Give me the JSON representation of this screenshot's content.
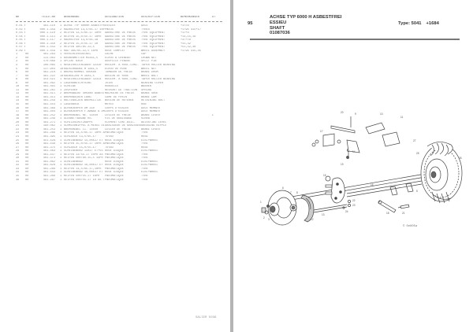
{
  "left_page": {
    "columns": [
      "NR",
      "TEILE-NR",
      "MENGE",
      "BENENNUNG",
      "DESIGNATION",
      "DESCRIPTION",
      "BEMERKUNGEN",
      "GT"
    ],
    "rows": [
      {
        "pos": "0.01 00",
        "lev": "",
        "part": "461.110",
        "qty": "1",
        "de": "ACHSE TYP 6000H ASBESTFREI",
        "fr": "ESSIEU",
        "en": "AXLE",
        "rem": "+1<>D",
        "gb": ""
      },
      {
        "pos": "0.02 00",
        "lev": "",
        "part": "000.1.359",
        "qty": "2",
        "de": "RADREIFEN 13,5/65-17 10PR",
        "fr": "PNEUS",
        "en": "TYRES",
        "rem": "+1795 415+17",
        "gb": ""
      },
      {
        "pos": "0.03 00",
        "lev": "",
        "part": "000.1.110",
        "qty": "2",
        "de": "REIFEN 13,5/65-17 10PR",
        "fr": "GARNITURE DE PNEUS",
        "en": "TYRE EQUIPMENT",
        "rem": "+1>+D",
        "gb": ""
      },
      {
        "pos": "0.04 00",
        "lev": "",
        "part": "000.1.111",
        "qty": "2",
        "de": "REIFEN 15,0/55-17 10PR",
        "fr": "GARNITURE DE PNEUS",
        "en": "TYRE EQUIPMENT",
        "rem": "+14,15,16",
        "gb": ""
      },
      {
        "pos": "0.05 00",
        "lev": "",
        "part": "000.1.117",
        "qty": "2",
        "de": "RADREIFEN 13,0/65-18",
        "fr": "GARNITURE DE PNEUS",
        "en": "TYRE EQUIPMENT",
        "rem": "+37+>D",
        "gb": ""
      },
      {
        "pos": "0.06 00",
        "lev": "",
        "part": "000.1.350",
        "qty": "2",
        "de": "REIFEN 15,0/55-17 10",
        "fr": "GARNITURE DE PNEUS",
        "en": "TYRE EQUIPMENT",
        "rem": "+41,42",
        "gb": ""
      },
      {
        "pos": "0.07 00",
        "lev": "",
        "part": "000.1.443",
        "qty": "2",
        "de": "REIFEN 385/65-22,5",
        "fr": "GARNITURE DE PNEUS",
        "en": "TYRE EQUIPMENT",
        "rem": "+51,52,36",
        "gb": ""
      },
      {
        "pos": "0.09 00",
        "lev": "",
        "part": "000.1.459",
        "qty": "1",
        "de": "RAD 385/65-22,5 16PR",
        "fr": "ROUE COMPLET",
        "en": "WHEEL ASSEMBLY",
        "rem": "+1795 415,45",
        "gb": ""
      },
      {
        "pos": "1",
        "lev": "00",
        "part": "461.263",
        "qty": "1",
        "de": "VERSCHLUSSDECKEL",
        "fr": "CACHE",
        "en": "CAP",
        "rem": "",
        "gb": ""
      },
      {
        "pos": "2",
        "lev": "00",
        "part": "111.063",
        "qty": "1",
        "de": "KRONENMUTTER M24X1,5",
        "fr": "ECROU A CRENEAU",
        "en": "CROWN NUT",
        "rem": "",
        "gb": ""
      },
      {
        "pos": "3",
        "lev": "00",
        "part": "170.069",
        "qty": "1",
        "de": "SPLINT 6X50",
        "fr": "GOUPILLE FENDUE",
        "en": "SPLIT PIN",
        "rem": "",
        "gb": ""
      },
      {
        "pos": "4",
        "lev": "00",
        "part": "106.065",
        "qty": "1",
        "de": "KEGELROLLENLAGER 32310",
        "fr": "ROULEM. A ROUL.CONI.",
        "en": "TAPER ROLLER BEARING",
        "rem": "",
        "gb": ""
      },
      {
        "pos": "5",
        "lev": "00",
        "part": "117.903",
        "qty": "10",
        "de": "RADSCHRAUBE M 18X1,5",
        "fr": "ECROU DE ROUE",
        "en": "WHEEL NUT",
        "rem": "",
        "gb": ""
      },
      {
        "pos": "6",
        "lev": "00",
        "part": "461.210",
        "qty": "1",
        "de": "BREMSTROMMEL 400X80",
        "fr": "TAMBOUR DE FREIN",
        "en": "BRAKE DRUM",
        "rem": "",
        "gb": ""
      },
      {
        "pos": "7",
        "lev": "00",
        "part": "461.222",
        "qty": "10",
        "de": "RADBOLZEN M 18X1,5",
        "fr": "BOULON DE ROUE",
        "en": "WHEEL BOLT",
        "rem": "",
        "gb": ""
      },
      {
        "pos": "8",
        "lev": "00",
        "part": "454.515",
        "qty": "1",
        "de": "KEGELROLLENLAGER 32314",
        "fr": "ROULEM. A ROUL.CONI.",
        "en": "TAPER ROLLER BEARING",
        "rem": "",
        "gb": ""
      },
      {
        "pos": "9",
        "lev": "00",
        "part": "461.462",
        "qty": "1",
        "de": "LAGERABDICHTRING",
        "fr": "JOINT",
        "en": "BEARING COVER",
        "rem": "",
        "gb": ""
      },
      {
        "pos": "10",
        "lev": "00",
        "part": "461.401",
        "qty": "1",
        "de": "SCHEIBE",
        "fr": "RONDELLE",
        "en": "WASHER",
        "rem": "",
        "gb": ""
      },
      {
        "pos": "11",
        "lev": "00",
        "part": "461.261",
        "qty": "1",
        "de": "ZUGFEDER",
        "fr": "RESSORT DE TRACTION",
        "en": "SPRING",
        "rem": "",
        "gb": ""
      },
      {
        "pos": "12",
        "lev": "00",
        "part": "461.411",
        "qty": "2",
        "de": "BREMSBACKE 400X80 ASBESTFREI",
        "fr": "MACHOIRE DE FREIN",
        "en": "BRAKE SHOE",
        "rem": "",
        "gb": ""
      },
      {
        "pos": "13",
        "lev": "00",
        "part": "461.413",
        "qty": "1",
        "de": "BREMSNOCKEN LANG",
        "fr": "CAME DE FREIN",
        "en": "BRAKE CAM",
        "rem": "",
        "gb": ""
      },
      {
        "pos": "14",
        "lev": "00",
        "part": "461.259",
        "qty": "1",
        "de": "HALTEBOLZEN BREMSLITZE",
        "fr": "BOULON DE RETENUE",
        "en": "RETAINING BOLT",
        "rem": "",
        "gb": ""
      },
      {
        "pos": "15",
        "lev": "00",
        "part": "461.454",
        "qty": "1",
        "de": "LAGERBOCK",
        "fr": "MOYEU",
        "en": "HUB",
        "rem": "",
        "gb": ""
      },
      {
        "pos": "16",
        "lev": "00",
        "part": "461.369",
        "qty": "1",
        "de": "ACHSKOERPER DM 110",
        "fr": "CORPS D'ESSIEU",
        "en": "AXLE MEMBER",
        "rem": "",
        "gb": ""
      },
      {
        "pos": "17",
        "lev": "00",
        "part": "461.404",
        "qty": "1",
        "de": "ACHSKOERPER F.ANBAU A DM 110",
        "fr": "CORPS D'ESSIEU",
        "en": "AXLE MEMBER",
        "rem": "",
        "gb": ""
      },
      {
        "pos": "18",
        "lev": "00",
        "part": "461.252",
        "qty": "1",
        "de": "BREMSHEBEL RE. 14x50",
        "fr": "LEVIER DE FREIN",
        "en": "BRAKE LEVER",
        "rem": "",
        "gb": "L"
      },
      {
        "pos": "19",
        "lev": "00",
        "part": "461.249",
        "qty": "1",
        "de": "GLEBBETTBAGNE KS.",
        "fr": "VIS DE GRAISSAGE",
        "en": "SCREW",
        "rem": "",
        "gb": ""
      },
      {
        "pos": "20",
        "lev": "00",
        "part": "461.271",
        "qty": "1",
        "de": "SCHILDSCHUTZKAPPE",
        "fr": "ELEMENT CONT.ASIC.",
        "en": "ADJUSTING LEVEL",
        "rem": "",
        "gb": ""
      },
      {
        "pos": "21",
        "lev": "00",
        "part": "190.062",
        "qty": "1",
        "de": "SCHMIERNIPPEL A M10X1 DIN 71412",
        "fr": "GRAISSEUR DE GRAISSEUR",
        "en": "GREASING NIPPLE",
        "rem": "",
        "gb": ""
      },
      {
        "pos": "22",
        "lev": "00",
        "part": "461.253",
        "qty": "1",
        "de": "BREMSHEBEL LI. 14x50",
        "fr": "LEVIER DE FREIN",
        "en": "BRAKE LEVER",
        "rem": "",
        "gb": ""
      },
      {
        "pos": "23",
        "lev": "00",
        "part": "461.289",
        "qty": "1",
        "de": "REIFEN 14,5/65-17 10PR AS",
        "fr": "PNEUMATIQUE",
        "en": "TYRE",
        "rem": "",
        "gb": ""
      },
      {
        "pos": "24",
        "lev": "00",
        "part": "461.395",
        "qty": "1",
        "de": "SCHLAUCH 13,5/65-17",
        "fr": "TUYAU",
        "en": "HOSE",
        "rem": "",
        "gb": ""
      },
      {
        "pos": "25",
        "lev": "00",
        "part": "451.428",
        "qty": "1",
        "de": "SCHEIBENRAD 14,00X17 ET + 70",
        "fr": "ROUE DISQUE",
        "en": "DISC+WHEEL",
        "rem": "",
        "gb": ""
      },
      {
        "pos": "26",
        "lev": "00",
        "part": "461.439",
        "qty": "1",
        "de": "REIFEN 15,0/55-17 10PR AS",
        "fr": "PNEUMATIQUE",
        "en": "TYRE",
        "rem": "",
        "gb": ""
      },
      {
        "pos": "27",
        "lev": "00",
        "part": "461.375",
        "qty": "1",
        "de": "SCHLAUCH 15,0/55-17",
        "fr": "TUYAU",
        "en": "HOSE",
        "rem": "",
        "gb": ""
      },
      {
        "pos": "28",
        "lev": "00",
        "part": "461.463",
        "qty": "1",
        "de": "SCHEIBENRAD 13X17 ET+55",
        "fr": "ROUE DISQUE",
        "en": "DISC+WHEEL",
        "rem": "",
        "gb": ""
      },
      {
        "pos": "29",
        "lev": "00",
        "part": "461.447",
        "qty": "1",
        "de": "REIFEN 13/55-17 10PR AS",
        "fr": "PNEUMATIQUE",
        "en": "TYRE",
        "rem": "",
        "gb": ""
      },
      {
        "pos": "30",
        "lev": "00",
        "part": "461.373",
        "qty": "1",
        "de": "REIFEN 400/60-15,5 14PR",
        "fr": "PNEUMATIQUE",
        "en": "TYRE",
        "rem": "",
        "gb": ""
      },
      {
        "pos": "31",
        "lev": "00",
        "part": "461.862",
        "qty": "1",
        "de": "SCHEIBENRAD",
        "fr": "ROUE DISQUE",
        "en": "DISC+WHEEL",
        "rem": "",
        "gb": ""
      },
      {
        "pos": "32",
        "lev": "00",
        "part": "461.828",
        "qty": "1",
        "de": "SCHEIBENRAD 16,00X17 ET + 70",
        "fr": "ROUE DISQUE",
        "en": "DISC+WHEEL",
        "rem": "",
        "gb": ""
      },
      {
        "pos": "33",
        "lev": "00",
        "part": "461.289",
        "qty": "1",
        "de": "REIFEN 14,5/65-17,10PR",
        "fr": "PNEUMATIQUE",
        "en": "TYRE",
        "rem": "",
        "gb": ""
      },
      {
        "pos": "34",
        "lev": "00",
        "part": "461.443",
        "qty": "1",
        "de": "SCHEIBENRAD 16,00X17 ET + 70",
        "fr": "ROUE DISQUE",
        "en": "DISC+WHEEL",
        "rem": "",
        "gb": ""
      },
      {
        "pos": "35",
        "lev": "00",
        "part": "461.289",
        "qty": "1",
        "de": "REIFEN 500/55-17 16PR",
        "fr": "PNEUMATIQUE",
        "en": "TYRE",
        "rem": "",
        "gb": ""
      },
      {
        "pos": "36",
        "lev": "00",
        "part": "461.297",
        "qty": "1",
        "de": "REIFEN 500/55-17 10 AS T35",
        "fr": "PNEUMATIQUE",
        "en": "TYRE",
        "rem": "",
        "gb": ""
      }
    ],
    "footer_code": "SALIER 5036"
  },
  "right_page": {
    "group_number": "95",
    "title_de": "ACHSE TYP 6000 H ASBESTFREI",
    "title_fr": "ESSIEU",
    "title_en": "SHAFT",
    "drawing_number": "01087036",
    "type_label": "Type: 5041",
    "type_suffix": "+1684",
    "diagram": {
      "description": "Exploded view of axle with brake drum, hub, brake shoes, axle body, mounting brackets and wheel with tyre",
      "callout_label": "© 0e805a"
    }
  }
}
